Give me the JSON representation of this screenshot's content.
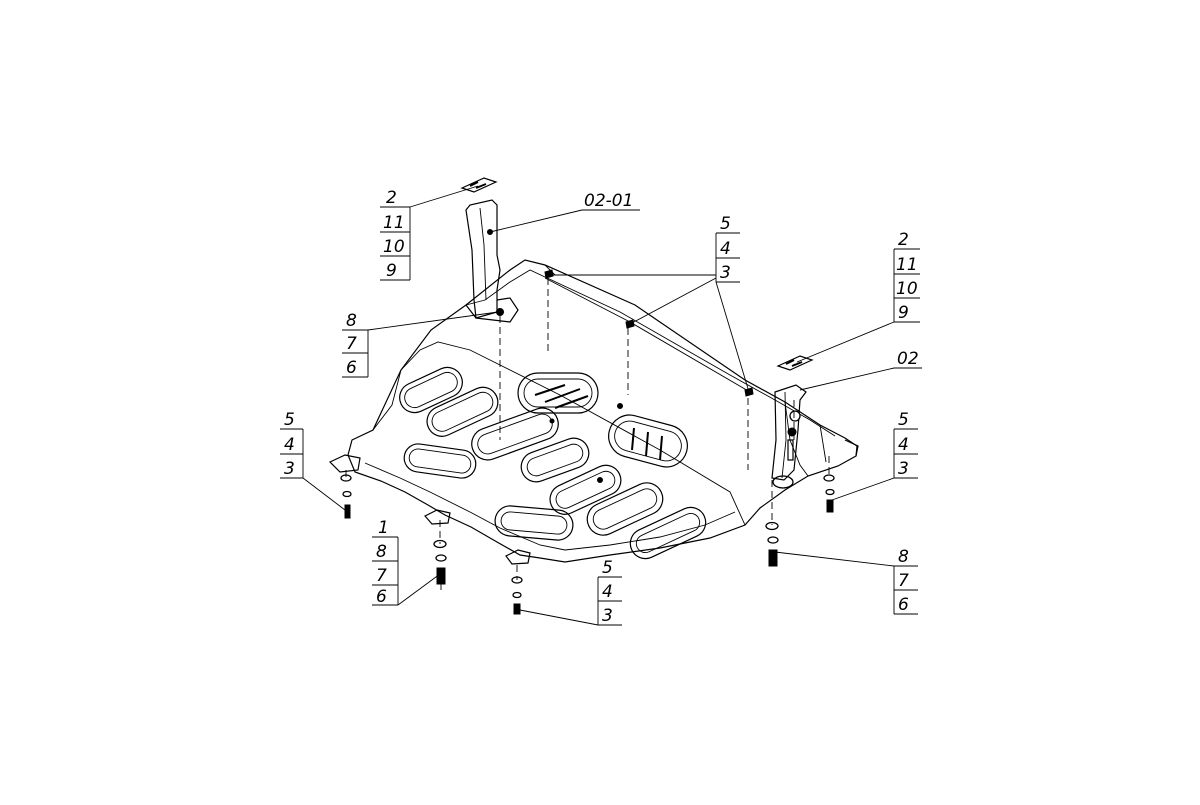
{
  "callouts": {
    "top_left_bracket": [
      "2",
      "11",
      "10",
      "9"
    ],
    "part_02_01": "02-01",
    "left_bracket_bolts": [
      "8",
      "7",
      "6"
    ],
    "top_middle": [
      "5",
      "4",
      "3"
    ],
    "top_right_bracket": [
      "2",
      "11",
      "10",
      "9"
    ],
    "part_02": "02",
    "left_edge": [
      "5",
      "4",
      "3"
    ],
    "right_edge": [
      "5",
      "4",
      "3"
    ],
    "bottom_left": [
      "1",
      "8",
      "7",
      "6"
    ],
    "bottom_center": [
      "5",
      "4",
      "3"
    ],
    "bottom_right": [
      "8",
      "7",
      "6"
    ]
  }
}
